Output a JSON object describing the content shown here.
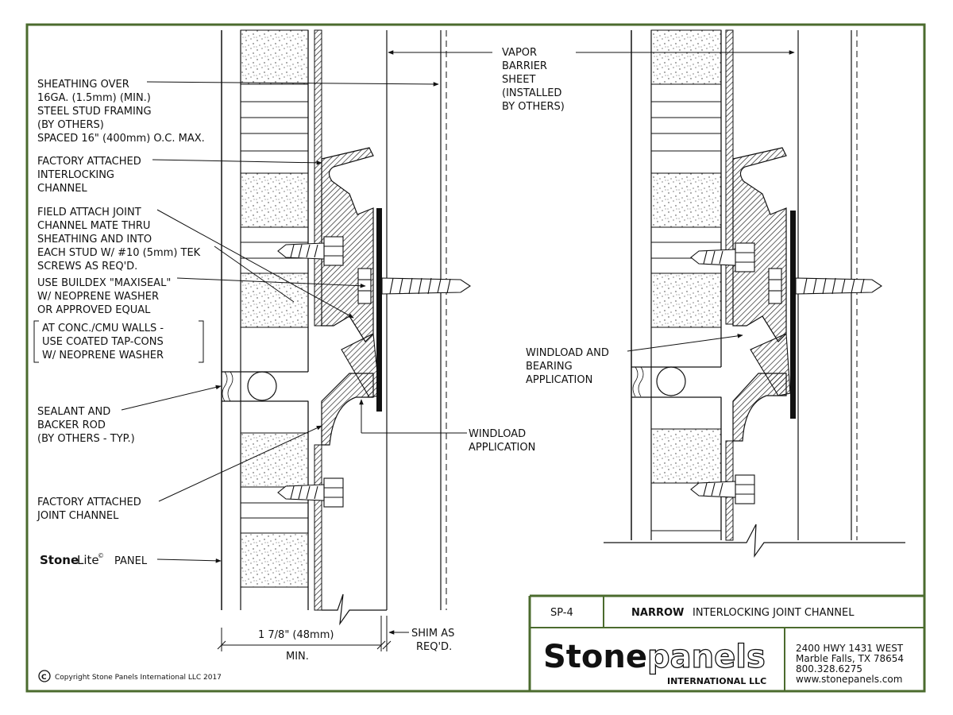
{
  "labels": {
    "left": [
      [
        "SHEATHING OVER",
        "16GA. (1.5mm) (MIN.)",
        "STEEL STUD FRAMING",
        "(BY OTHERS)",
        "SPACED 16\" (400mm) O.C. MAX."
      ],
      [
        "FACTORY ATTACHED",
        "INTERLOCKING",
        "CHANNEL"
      ],
      [
        "FIELD ATTACH JOINT",
        "CHANNEL MATE THRU",
        "SHEATHING AND INTO",
        "EACH STUD W/ #10 (5mm) TEK",
        "SCREWS AS REQ'D."
      ],
      [
        "USE BUILDEX \"MAXISEAL\"",
        "W/ NEOPRENE WASHER",
        "OR APPROVED EQUAL"
      ],
      [
        "AT CONC./CMU WALLS -",
        "USE COATED TAP-CONS",
        "W/ NEOPRENE WASHER"
      ],
      [
        "SEALANT AND",
        "BACKER ROD",
        "(BY OTHERS - TYP.)"
      ],
      [
        "FACTORY ATTACHED",
        "JOINT CHANNEL"
      ]
    ],
    "panel_brand_a": "Stone",
    "panel_brand_b": "Lite",
    "panel_brand_mark": "©",
    "panel_label": "PANEL",
    "vapor": [
      "VAPOR",
      "BARRIER",
      "SHEET",
      "(INSTALLED",
      "BY OTHERS)"
    ],
    "windload_bearing": [
      "WINDLOAD AND",
      "BEARING",
      "APPLICATION"
    ],
    "windload": [
      "WINDLOAD",
      "APPLICATION"
    ],
    "dim_value": "1 7/8\" (48mm)",
    "dim_min": "MIN.",
    "shim": [
      "SHIM AS",
      "REQ'D."
    ]
  },
  "title_block": {
    "sheet_no": "SP-4",
    "title_bold": "NARROW",
    "title_rest": " INTERLOCKING JOINT CHANNEL",
    "logo_a": "Stone",
    "logo_b": "panels",
    "logo_sub": "INTERNATIONAL LLC",
    "address": [
      "2400 HWY 1431 WEST",
      "Marble Falls, TX  78654",
      "800.328.6275",
      "www.stonepanels.com"
    ]
  },
  "copyright_symbol": "C",
  "copyright": "Copyright Stone Panels International LLC 2017"
}
